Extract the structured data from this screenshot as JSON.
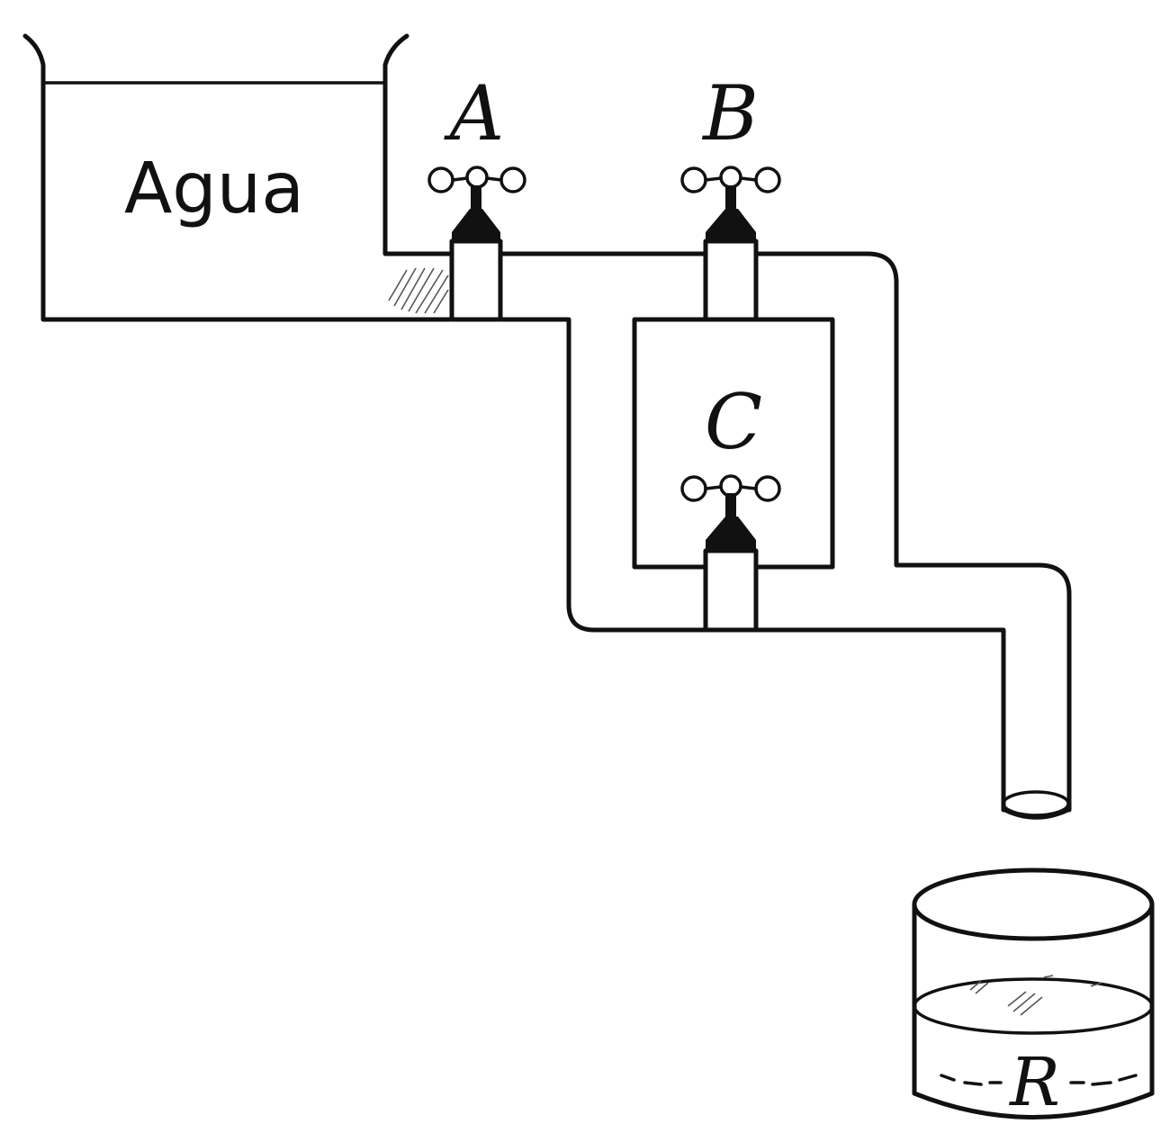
{
  "labels": {
    "tank": "Agua",
    "valve_a": "A",
    "valve_b": "B",
    "valve_c": "C",
    "container": "R"
  }
}
